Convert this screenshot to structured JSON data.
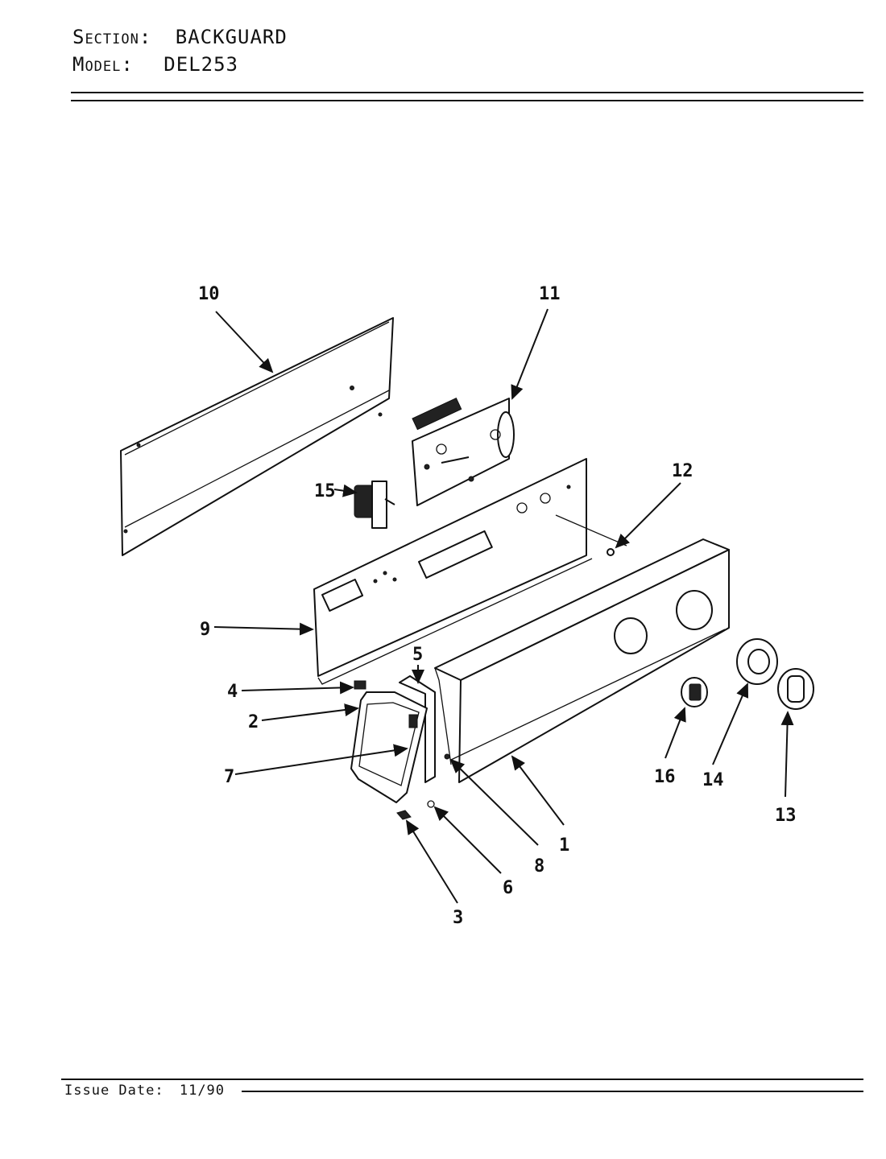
{
  "header": {
    "section_label": "Section:",
    "section_value": "BACKGUARD",
    "model_label": "Model:",
    "model_value": "DEL253"
  },
  "footer": {
    "issue_date_label": "Issue Date:",
    "issue_date_value": "11/90"
  },
  "callouts": [
    "1",
    "2",
    "3",
    "4",
    "5",
    "6",
    "7",
    "8",
    "9",
    "10",
    "11",
    "12",
    "13",
    "14",
    "15",
    "16"
  ]
}
